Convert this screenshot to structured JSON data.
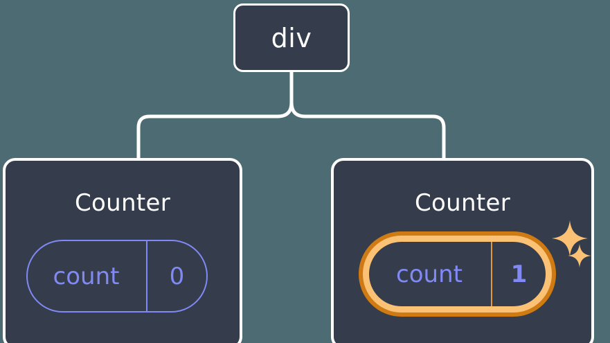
{
  "diagram": {
    "title": "React component tree with highlighted state",
    "background_color": "#4d6b73",
    "node_fill_color": "#353d4c",
    "node_border_color": "#ffffff",
    "state_color": "#8189f5",
    "highlight_outer_color": "#cf7a12",
    "highlight_inner_color": "#fbc174",
    "connector_color": "#ffffff"
  },
  "root": {
    "label": "div"
  },
  "children": [
    {
      "title": "Counter",
      "state": {
        "key": "count",
        "value": "0"
      },
      "highlighted": false
    },
    {
      "title": "Counter",
      "state": {
        "key": "count",
        "value": "1"
      },
      "highlighted": true,
      "sparkles": [
        "sparkle-large",
        "sparkle-small"
      ]
    }
  ]
}
